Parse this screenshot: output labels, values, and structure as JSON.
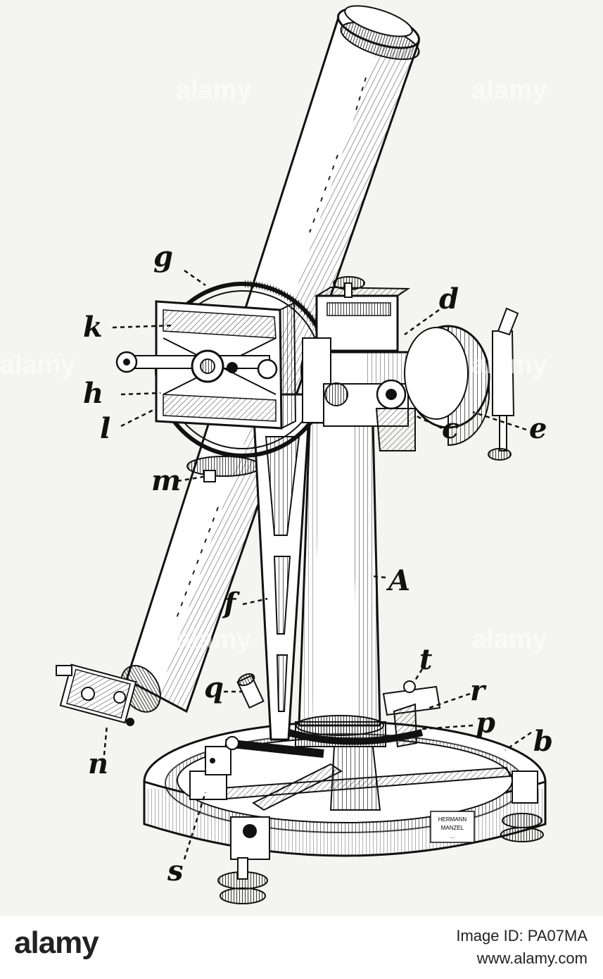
{
  "labels": {
    "g": "g",
    "k": "k",
    "h": "h",
    "l": "l",
    "m": "m",
    "d": "d",
    "e": "e",
    "c": "c",
    "A": "A",
    "f": "f",
    "t": "t",
    "r": "r",
    "p": "p",
    "b": "b",
    "q": "q",
    "n": "n",
    "s": "s"
  },
  "watermarks": [
    "alamy",
    "alamy",
    "alamy",
    "alamy",
    "alamy",
    "alamy"
  ],
  "base_plate_text": [
    "HERMANN",
    "MANZEL",
    "..."
  ],
  "footer": {
    "brand": "alamy",
    "image_id": "Image ID: PA07MA",
    "url": "www.alamy.com"
  }
}
